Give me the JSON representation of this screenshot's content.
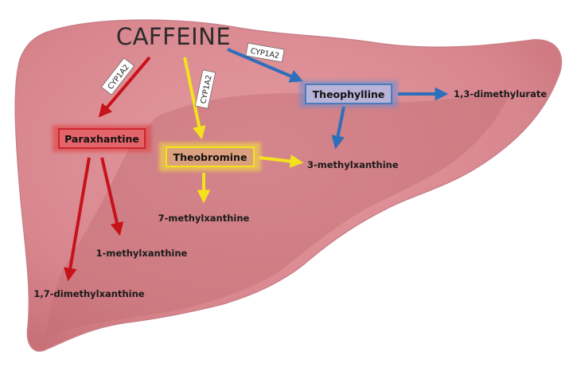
{
  "diagram": {
    "title": "CAFFEINE",
    "enzyme_label": "CYP1A2",
    "primary_metabolites": {
      "paraxanthine": "Paraxhantine",
      "theobromine": "Theobromine",
      "theophylline": "Theophylline"
    },
    "secondary_metabolites": {
      "dimethylurate_13": "1,3-dimethylurate",
      "methylxanthine_3": "3-methylxanthine",
      "methylxanthine_7": "7-methylxanthine",
      "methylxanthine_1": "1-methylxanthine",
      "dimethylxanthine_17": "1,7-dimethylxanthine"
    },
    "colors": {
      "liver_fill": "#d98a91",
      "liver_shade": "#c7767e",
      "paraxanthine_pathway": "#c8121a",
      "theobromine_pathway": "#f3e21c",
      "theophylline_pathway": "#2c6fba"
    },
    "organ_icon": "liver-silhouette"
  }
}
